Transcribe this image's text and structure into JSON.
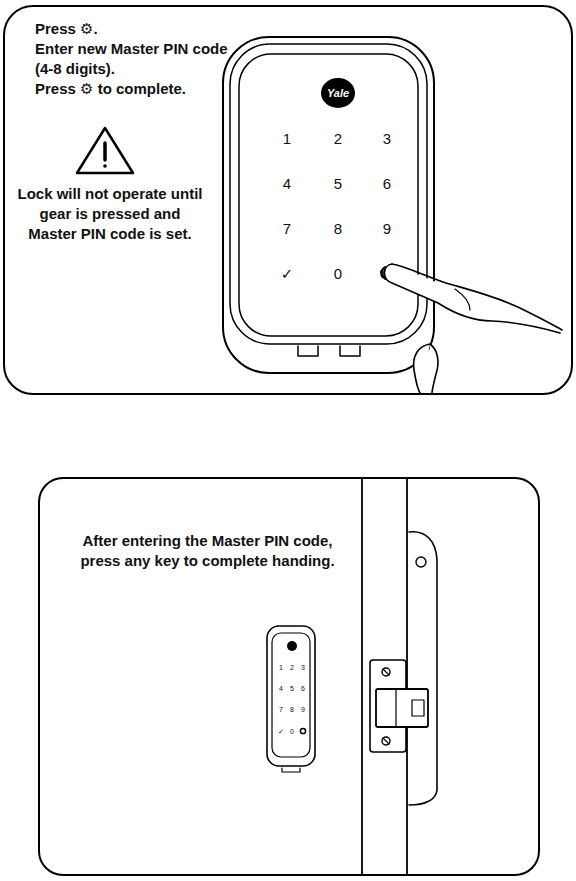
{
  "diagram": {
    "nodes": [
      {
        "text": [
          "Press ⚙.",
          "Enter new Master PIN code (4-8 digits).",
          "Press ⚙ to complete.",
          "Lock will not operate until gear is pressed and Master PIN code is set."
        ]
      },
      {
        "text": [
          "After entering the Master PIN code, press any key to complete handing."
        ]
      }
    ],
    "labels": [
      "Yale",
      "1",
      "2",
      "3",
      "4",
      "5",
      "6",
      "7",
      "8",
      "9",
      "✓",
      "0",
      "1",
      "2",
      "3",
      "4",
      "5",
      "6",
      "7",
      "8",
      "9",
      "✓",
      "0"
    ]
  }
}
